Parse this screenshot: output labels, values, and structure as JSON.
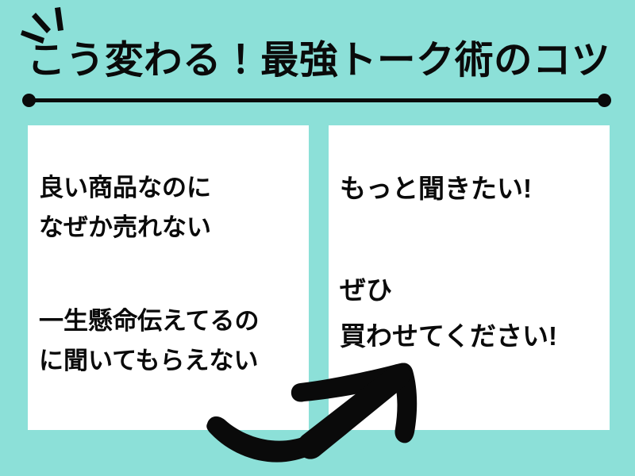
{
  "slide": {
    "background_color": "#8ce0d8",
    "card_color": "#ffffff",
    "ink_color": "#0a0a0a"
  },
  "header": {
    "title": "こう変わる！最強トーク術のコツ",
    "sparkle_icon": "sparkle-lines-icon",
    "divider": {
      "left_dot": "divider-dot-left",
      "right_dot": "divider-dot-right"
    }
  },
  "cards": {
    "before": {
      "lines": [
        "良い商品なのに",
        "なぜか売れない",
        "一生懸命伝えてるの",
        "に聞いてもらえない"
      ]
    },
    "after": {
      "lines": [
        "もっと聞きたい!",
        "ぜひ",
        "買わせてください!"
      ]
    }
  },
  "arrow": {
    "icon": "curved-arrow-up-right-icon",
    "color": "#0a0a0a",
    "direction": "bottom-left-to-top-right"
  }
}
